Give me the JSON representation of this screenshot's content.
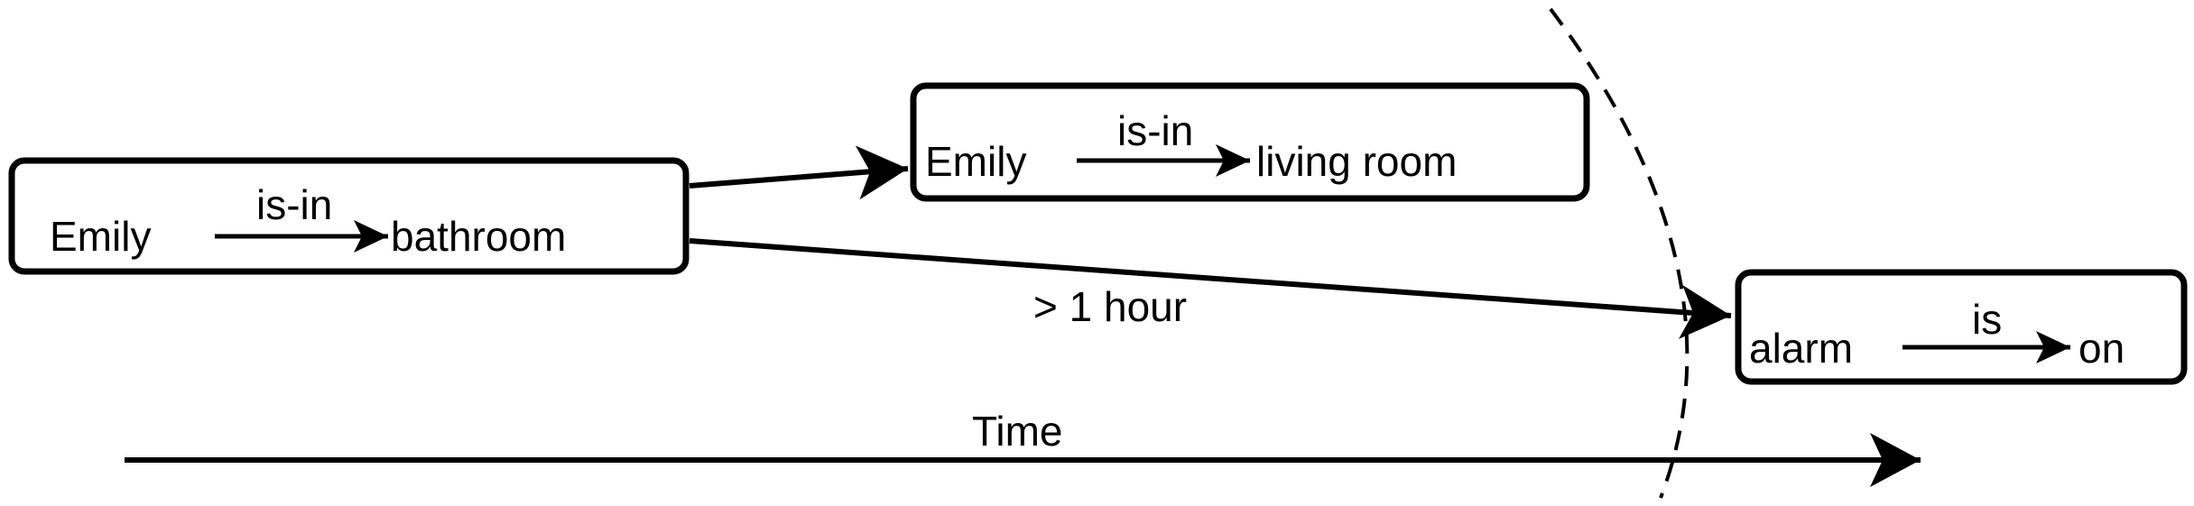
{
  "nodes": [
    {
      "subject": "Emily",
      "relation": "is-in",
      "object": "bathroom"
    },
    {
      "subject": "Emily",
      "relation": "is-in",
      "object": "living room"
    },
    {
      "subject": "alarm",
      "relation": "is",
      "object": "on"
    }
  ],
  "edges": [
    {
      "from": "node-1",
      "to": "node-2",
      "label": ""
    },
    {
      "from": "node-1",
      "to": "node-3",
      "label": "> 1 hour"
    }
  ],
  "time_axis": {
    "label": "Time"
  }
}
